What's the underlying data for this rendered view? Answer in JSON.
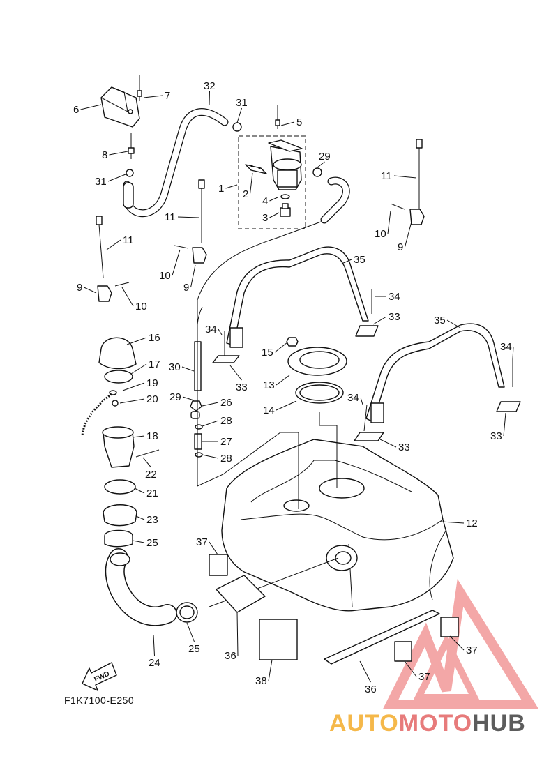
{
  "diagram": {
    "reference_code": "F1K7100-E250",
    "fwd_label": "FWD",
    "watermark": {
      "part1": "AUTO",
      "part2": "MOTO",
      "part3": "HUB",
      "colors": {
        "part1": "#f5b84a",
        "part2": "#e77b7b",
        "part3": "#5c5c5c",
        "triangle": "#f08a8a"
      }
    },
    "callouts": [
      {
        "id": "c1",
        "label": "1"
      },
      {
        "id": "c2",
        "label": "2"
      },
      {
        "id": "c3",
        "label": "3"
      },
      {
        "id": "c4",
        "label": "4"
      },
      {
        "id": "c5",
        "label": "5"
      },
      {
        "id": "c6",
        "label": "6"
      },
      {
        "id": "c7",
        "label": "7"
      },
      {
        "id": "c8",
        "label": "8"
      },
      {
        "id": "c9a",
        "label": "9"
      },
      {
        "id": "c9b",
        "label": "9"
      },
      {
        "id": "c9c",
        "label": "9"
      },
      {
        "id": "c10a",
        "label": "10"
      },
      {
        "id": "c10b",
        "label": "10"
      },
      {
        "id": "c10c",
        "label": "10"
      },
      {
        "id": "c11a",
        "label": "11"
      },
      {
        "id": "c11b",
        "label": "11"
      },
      {
        "id": "c11c",
        "label": "11"
      },
      {
        "id": "c12",
        "label": "12"
      },
      {
        "id": "c13",
        "label": "13"
      },
      {
        "id": "c14",
        "label": "14"
      },
      {
        "id": "c15",
        "label": "15"
      },
      {
        "id": "c16",
        "label": "16"
      },
      {
        "id": "c17",
        "label": "17"
      },
      {
        "id": "c18",
        "label": "18"
      },
      {
        "id": "c19",
        "label": "19"
      },
      {
        "id": "c20",
        "label": "20"
      },
      {
        "id": "c21",
        "label": "21"
      },
      {
        "id": "c22",
        "label": "22"
      },
      {
        "id": "c23",
        "label": "23"
      },
      {
        "id": "c24",
        "label": "24"
      },
      {
        "id": "c25a",
        "label": "25"
      },
      {
        "id": "c25b",
        "label": "25"
      },
      {
        "id": "c26",
        "label": "26"
      },
      {
        "id": "c27",
        "label": "27"
      },
      {
        "id": "c28a",
        "label": "28"
      },
      {
        "id": "c28b",
        "label": "28"
      },
      {
        "id": "c29a",
        "label": "29"
      },
      {
        "id": "c29b",
        "label": "29"
      },
      {
        "id": "c30",
        "label": "30"
      },
      {
        "id": "c31a",
        "label": "31"
      },
      {
        "id": "c31b",
        "label": "31"
      },
      {
        "id": "c32",
        "label": "32"
      },
      {
        "id": "c33a",
        "label": "33"
      },
      {
        "id": "c33b",
        "label": "33"
      },
      {
        "id": "c33c",
        "label": "33"
      },
      {
        "id": "c33d",
        "label": "33"
      },
      {
        "id": "c34a",
        "label": "34"
      },
      {
        "id": "c34b",
        "label": "34"
      },
      {
        "id": "c34c",
        "label": "34"
      },
      {
        "id": "c34d",
        "label": "34"
      },
      {
        "id": "c35a",
        "label": "35"
      },
      {
        "id": "c35b",
        "label": "35"
      },
      {
        "id": "c36a",
        "label": "36"
      },
      {
        "id": "c36b",
        "label": "36"
      },
      {
        "id": "c37a",
        "label": "37"
      },
      {
        "id": "c37b",
        "label": "37"
      },
      {
        "id": "c37c",
        "label": "37"
      },
      {
        "id": "c38",
        "label": "38"
      }
    ]
  }
}
